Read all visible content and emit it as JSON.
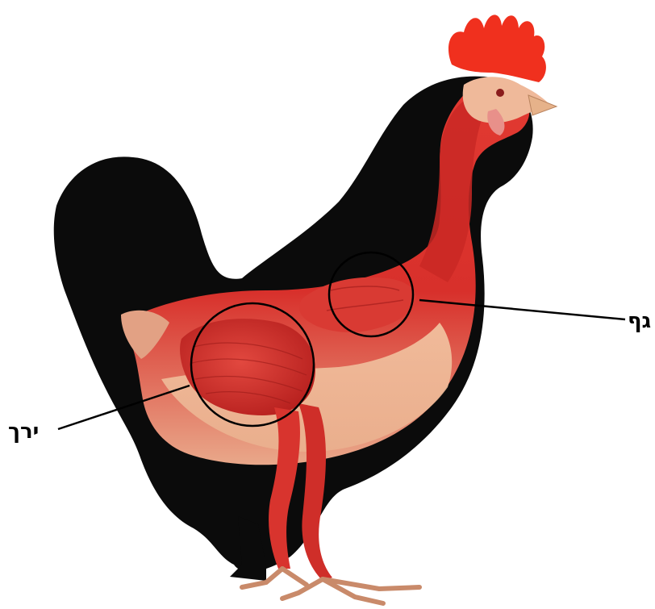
{
  "labels": {
    "thigh": "ירך",
    "wing": "גף"
  },
  "colors": {
    "silhouette": "#0b0b0b",
    "muscle": "#d9332f",
    "muscle_dark": "#a81c1c",
    "skin": "#f0c3a0",
    "comb": "#f0301e",
    "beak": "#e6b28a",
    "callout": "#000000"
  },
  "icons": [
    "rooster-silhouette",
    "muscle-anatomy-illustration"
  ]
}
